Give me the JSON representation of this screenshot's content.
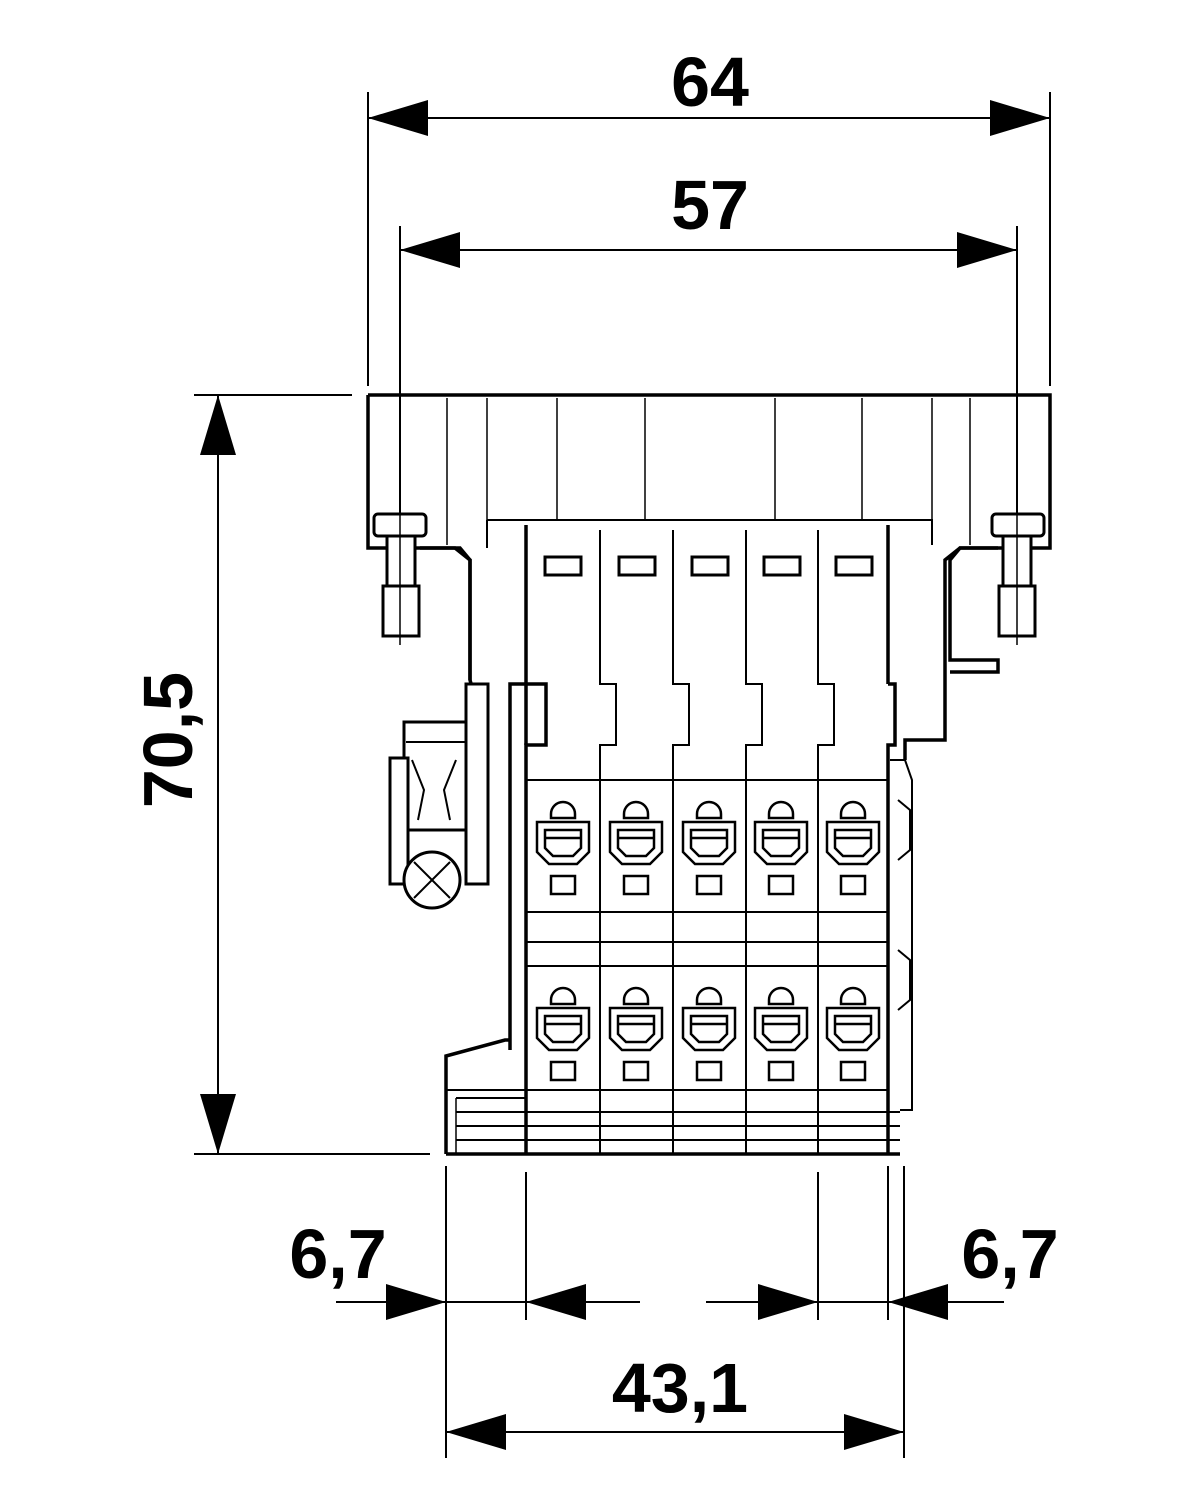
{
  "dimensions": {
    "overall_width": "64",
    "mounting_width": "57",
    "height": "70,5",
    "left_offset": "6,7",
    "right_offset": "6,7",
    "base_width": "43,1"
  },
  "colors": {
    "line": "#000000",
    "background": "#ffffff"
  }
}
